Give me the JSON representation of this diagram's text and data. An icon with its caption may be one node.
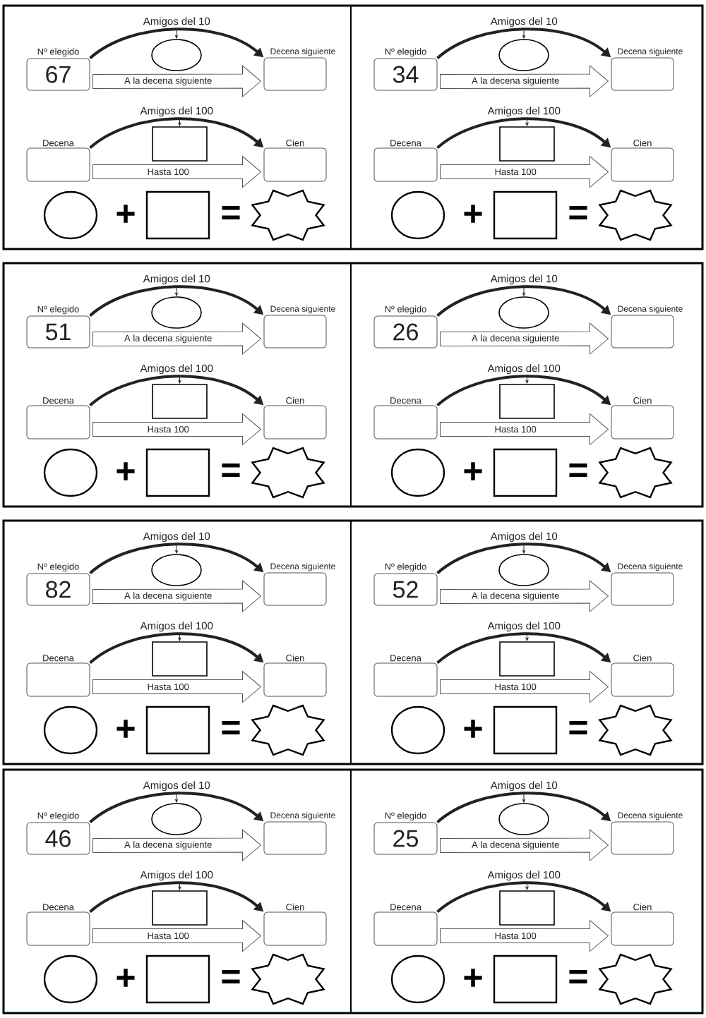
{
  "diagram": {
    "nodes": [
      {
        "text": [
          "Nº elegido",
          "67"
        ]
      },
      {
        "text": [],
        "shape": "ellipse"
      },
      {
        "text": [
          "Decena siguiente"
        ]
      },
      {
        "text": [
          "Decena"
        ]
      },
      {
        "text": [],
        "shape": "box"
      },
      {
        "text": [
          "Cien"
        ]
      },
      {
        "text": [],
        "shape": "ellipse"
      },
      {
        "text": [],
        "shape": "box"
      },
      {
        "text": [],
        "shape": "star"
      },
      {
        "text": [
          "Nº elegido",
          "34"
        ]
      },
      {
        "text": [],
        "shape": "ellipse"
      },
      {
        "text": [
          "Decena siguiente"
        ]
      },
      {
        "text": [
          "Decena"
        ]
      },
      {
        "text": [],
        "shape": "box"
      },
      {
        "text": [
          "Cien"
        ]
      },
      {
        "text": [],
        "shape": "ellipse"
      },
      {
        "text": [],
        "shape": "box"
      },
      {
        "text": [],
        "shape": "star"
      },
      {
        "text": [
          "Nº elegido",
          "51"
        ]
      },
      {
        "text": [],
        "shape": "ellipse"
      },
      {
        "text": [
          "Decena siguiente"
        ]
      },
      {
        "text": [
          "Decena"
        ]
      },
      {
        "text": [],
        "shape": "box"
      },
      {
        "text": [
          "Cien"
        ]
      },
      {
        "text": [],
        "shape": "ellipse"
      },
      {
        "text": [],
        "shape": "box"
      },
      {
        "text": [],
        "shape": "star"
      },
      {
        "text": [
          "Nº elegido",
          "26"
        ]
      },
      {
        "text": [],
        "shape": "ellipse"
      },
      {
        "text": [
          "Decena siguiente"
        ]
      },
      {
        "text": [
          "Decena"
        ]
      },
      {
        "text": [],
        "shape": "box"
      },
      {
        "text": [
          "Cien"
        ]
      },
      {
        "text": [],
        "shape": "ellipse"
      },
      {
        "text": [],
        "shape": "box"
      },
      {
        "text": [],
        "shape": "star"
      },
      {
        "text": [
          "Nº elegido",
          "82"
        ]
      },
      {
        "text": [],
        "shape": "ellipse"
      },
      {
        "text": [
          "Decena siguiente"
        ]
      },
      {
        "text": [
          "Decena"
        ]
      },
      {
        "text": [],
        "shape": "box"
      },
      {
        "text": [
          "Cien"
        ]
      },
      {
        "text": [],
        "shape": "ellipse"
      },
      {
        "text": [],
        "shape": "box"
      },
      {
        "text": [],
        "shape": "star"
      },
      {
        "text": [
          "Nº elegido",
          "52"
        ]
      },
      {
        "text": [],
        "shape": "ellipse"
      },
      {
        "text": [
          "Decena siguiente"
        ]
      },
      {
        "text": [
          "Decena"
        ]
      },
      {
        "text": [],
        "shape": "box"
      },
      {
        "text": [
          "Cien"
        ]
      },
      {
        "text": [],
        "shape": "ellipse"
      },
      {
        "text": [],
        "shape": "box"
      },
      {
        "text": [],
        "shape": "star"
      },
      {
        "text": [
          "Nº elegido",
          "46"
        ]
      },
      {
        "text": [],
        "shape": "ellipse"
      },
      {
        "text": [
          "Decena siguiente"
        ]
      },
      {
        "text": [
          "Decena"
        ]
      },
      {
        "text": [],
        "shape": "box"
      },
      {
        "text": [
          "Cien"
        ]
      },
      {
        "text": [],
        "shape": "ellipse"
      },
      {
        "text": [],
        "shape": "box"
      },
      {
        "text": [],
        "shape": "star"
      },
      {
        "text": [
          "Nº elegido",
          "25"
        ]
      },
      {
        "text": [],
        "shape": "ellipse"
      },
      {
        "text": [
          "Decena siguiente"
        ]
      },
      {
        "text": [
          "Decena"
        ]
      },
      {
        "text": [],
        "shape": "box"
      },
      {
        "text": [
          "Cien"
        ]
      },
      {
        "text": [],
        "shape": "ellipse"
      },
      {
        "text": [],
        "shape": "box"
      },
      {
        "text": [],
        "shape": "star"
      }
    ],
    "edges": [
      {
        "from": 0,
        "to": 2,
        "arrow": "to",
        "label": "Amigos del 10",
        "style": "thick"
      },
      {
        "from": null,
        "to": 1,
        "arrow": "to"
      },
      {
        "from": 0,
        "to": 2,
        "arrow": "to",
        "label": "A la decena siguiente"
      },
      {
        "from": 3,
        "to": 5,
        "arrow": "to",
        "label": "Amigos del 100",
        "style": "thick"
      },
      {
        "from": null,
        "to": 4,
        "arrow": "to"
      },
      {
        "from": 3,
        "to": 5,
        "arrow": "to",
        "label": "Hasta 100"
      },
      {
        "from": 9,
        "to": 11,
        "arrow": "to",
        "label": "Amigos del 10",
        "style": "thick"
      },
      {
        "from": null,
        "to": 10,
        "arrow": "to"
      },
      {
        "from": 9,
        "to": 11,
        "arrow": "to",
        "label": "A la decena siguiente"
      },
      {
        "from": 12,
        "to": 14,
        "arrow": "to",
        "label": "Amigos del 100",
        "style": "thick"
      },
      {
        "from": null,
        "to": 13,
        "arrow": "to"
      },
      {
        "from": 12,
        "to": 14,
        "arrow": "to",
        "label": "Hasta 100"
      },
      {
        "from": 18,
        "to": 20,
        "arrow": "to",
        "label": "Amigos del 10",
        "style": "thick"
      },
      {
        "from": null,
        "to": 19,
        "arrow": "to"
      },
      {
        "from": 18,
        "to": 20,
        "arrow": "to",
        "label": "A la decena siguiente"
      },
      {
        "from": 21,
        "to": 23,
        "arrow": "to",
        "label": "Amigos del 100",
        "style": "thick"
      },
      {
        "from": null,
        "to": 22,
        "arrow": "to"
      },
      {
        "from": 21,
        "to": 23,
        "arrow": "to",
        "label": "Hasta 100"
      },
      {
        "from": 27,
        "to": 29,
        "arrow": "to",
        "label": "Amigos del 10",
        "style": "thick"
      },
      {
        "from": null,
        "to": 28,
        "arrow": "to"
      },
      {
        "from": 27,
        "to": 29,
        "arrow": "to",
        "label": "A la decena siguiente"
      },
      {
        "from": 30,
        "to": 32,
        "arrow": "to",
        "label": "Amigos del 100",
        "style": "thick"
      },
      {
        "from": null,
        "to": 31,
        "arrow": "to"
      },
      {
        "from": 30,
        "to": 32,
        "arrow": "to",
        "label": "Hasta 100"
      },
      {
        "from": 36,
        "to": 38,
        "arrow": "to",
        "label": "Amigos del 10",
        "style": "thick"
      },
      {
        "from": null,
        "to": 37,
        "arrow": "to"
      },
      {
        "from": 36,
        "to": 38,
        "arrow": "to",
        "label": "A la decena siguiente"
      },
      {
        "from": 39,
        "to": 41,
        "arrow": "to",
        "label": "Amigos del 100",
        "style": "thick"
      },
      {
        "from": null,
        "to": 40,
        "arrow": "to"
      },
      {
        "from": 39,
        "to": 41,
        "arrow": "to",
        "label": "Hasta 100"
      },
      {
        "from": 45,
        "to": 47,
        "arrow": "to",
        "label": "Amigos del 10",
        "style": "thick"
      },
      {
        "from": null,
        "to": 46,
        "arrow": "to"
      },
      {
        "from": 45,
        "to": 47,
        "arrow": "to",
        "label": "A la decena siguiente"
      },
      {
        "from": 48,
        "to": 50,
        "arrow": "to",
        "label": "Amigos del 100",
        "style": "thick"
      },
      {
        "from": null,
        "to": 49,
        "arrow": "to"
      },
      {
        "from": 48,
        "to": 50,
        "arrow": "to",
        "label": "Hasta 100"
      },
      {
        "from": 54,
        "to": 56,
        "arrow": "to",
        "label": "Amigos del 10",
        "style": "thick"
      },
      {
        "from": null,
        "to": 55,
        "arrow": "to"
      },
      {
        "from": 54,
        "to": 56,
        "arrow": "to",
        "label": "A la decena siguiente"
      },
      {
        "from": 57,
        "to": 59,
        "arrow": "to",
        "label": "Amigos del 100",
        "style": "thick"
      },
      {
        "from": null,
        "to": 58,
        "arrow": "to"
      },
      {
        "from": 57,
        "to": 59,
        "arrow": "to",
        "label": "Hasta 100"
      },
      {
        "from": 63,
        "to": 65,
        "arrow": "to",
        "label": "Amigos del 10",
        "style": "thick"
      },
      {
        "from": null,
        "to": 64,
        "arrow": "to"
      },
      {
        "from": 63,
        "to": 65,
        "arrow": "to",
        "label": "A la decena siguiente"
      },
      {
        "from": 66,
        "to": 68,
        "arrow": "to",
        "label": "Amigos del 100",
        "style": "thick"
      },
      {
        "from": null,
        "to": 67,
        "arrow": "to"
      },
      {
        "from": 66,
        "to": 68,
        "arrow": "to",
        "label": "Hasta 100"
      }
    ],
    "labels": [
      "+",
      "=",
      "+",
      "=",
      "+",
      "=",
      "+",
      "=",
      "+",
      "=",
      "+",
      "=",
      "+",
      "=",
      "+",
      "="
    ]
  }
}
